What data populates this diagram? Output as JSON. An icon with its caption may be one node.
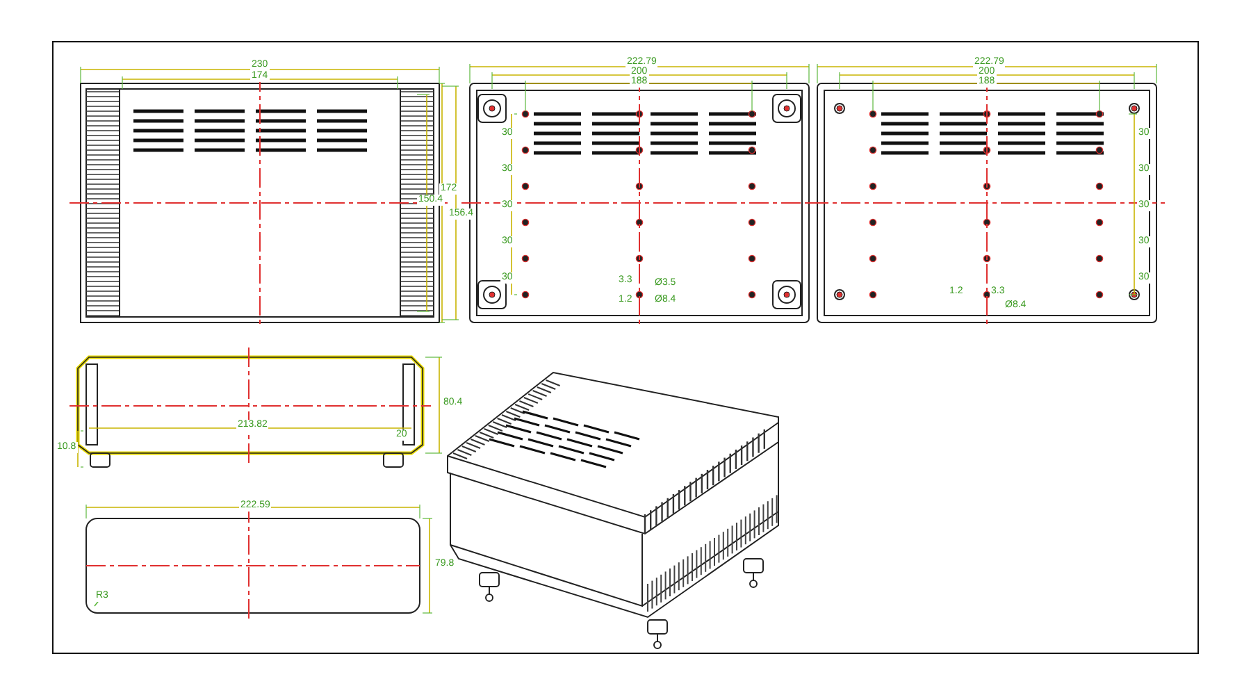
{
  "diagram": {
    "labels": [
      "230",
      "174",
      "150.4",
      "172",
      "156.4",
      "222.79",
      "200",
      "188",
      "30",
      "30",
      "30",
      "30",
      "30",
      "3.3",
      "Ø3.5",
      "1.2",
      "Ø8.4",
      "222.79",
      "200",
      "188",
      "30",
      "30",
      "30",
      "30",
      "30",
      "1.2",
      "3.3",
      "Ø8.4",
      "213.82",
      "10.8",
      "20",
      "80.4",
      "222.59",
      "79.8",
      "R3"
    ]
  }
}
